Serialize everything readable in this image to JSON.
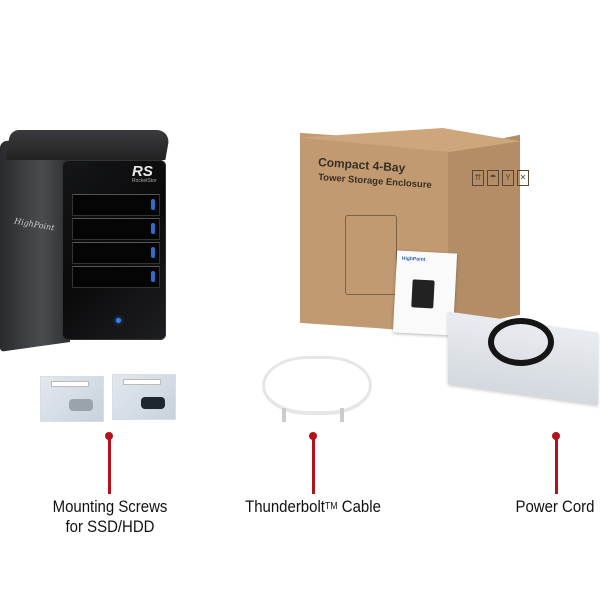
{
  "products": {
    "enclosure": {
      "logo": "RS",
      "logo_sub": "RocketStor",
      "brand": "HighPoint",
      "bays": 4
    },
    "box": {
      "title": "Compact 4-Bay",
      "subtitle": "Tower Storage Enclosure",
      "booklet_brand": "HighPoint"
    }
  },
  "callouts": [
    {
      "line1": "Mounting Screws",
      "line2": "for SSD/HDD"
    },
    {
      "name": "Thunderbolt",
      "tm": "TM",
      "suffix": " Cable"
    },
    {
      "line1": "Power Cord"
    }
  ],
  "colors": {
    "callout": "#b3121b"
  }
}
